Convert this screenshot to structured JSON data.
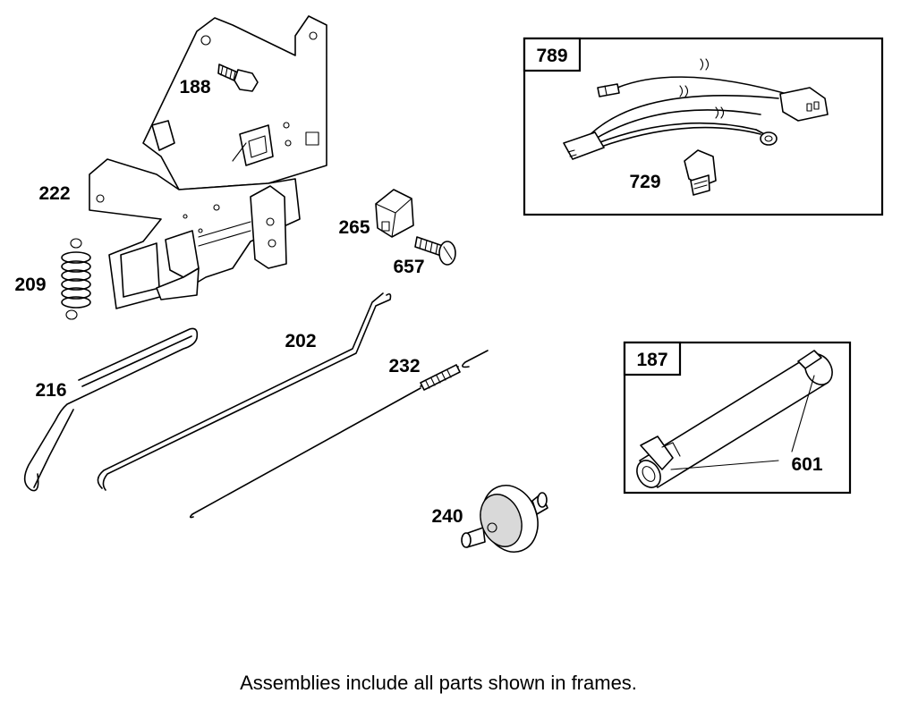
{
  "parts": {
    "p188": "188",
    "p222": "222",
    "p209": "209",
    "p216": "216",
    "p202": "202",
    "p232": "232",
    "p265": "265",
    "p657": "657",
    "p240": "240"
  },
  "frames": {
    "f789": {
      "label": "789",
      "inner_part": "729"
    },
    "f187": {
      "label": "187",
      "inner_part": "601"
    }
  },
  "caption": "Assemblies include all parts shown in frames."
}
